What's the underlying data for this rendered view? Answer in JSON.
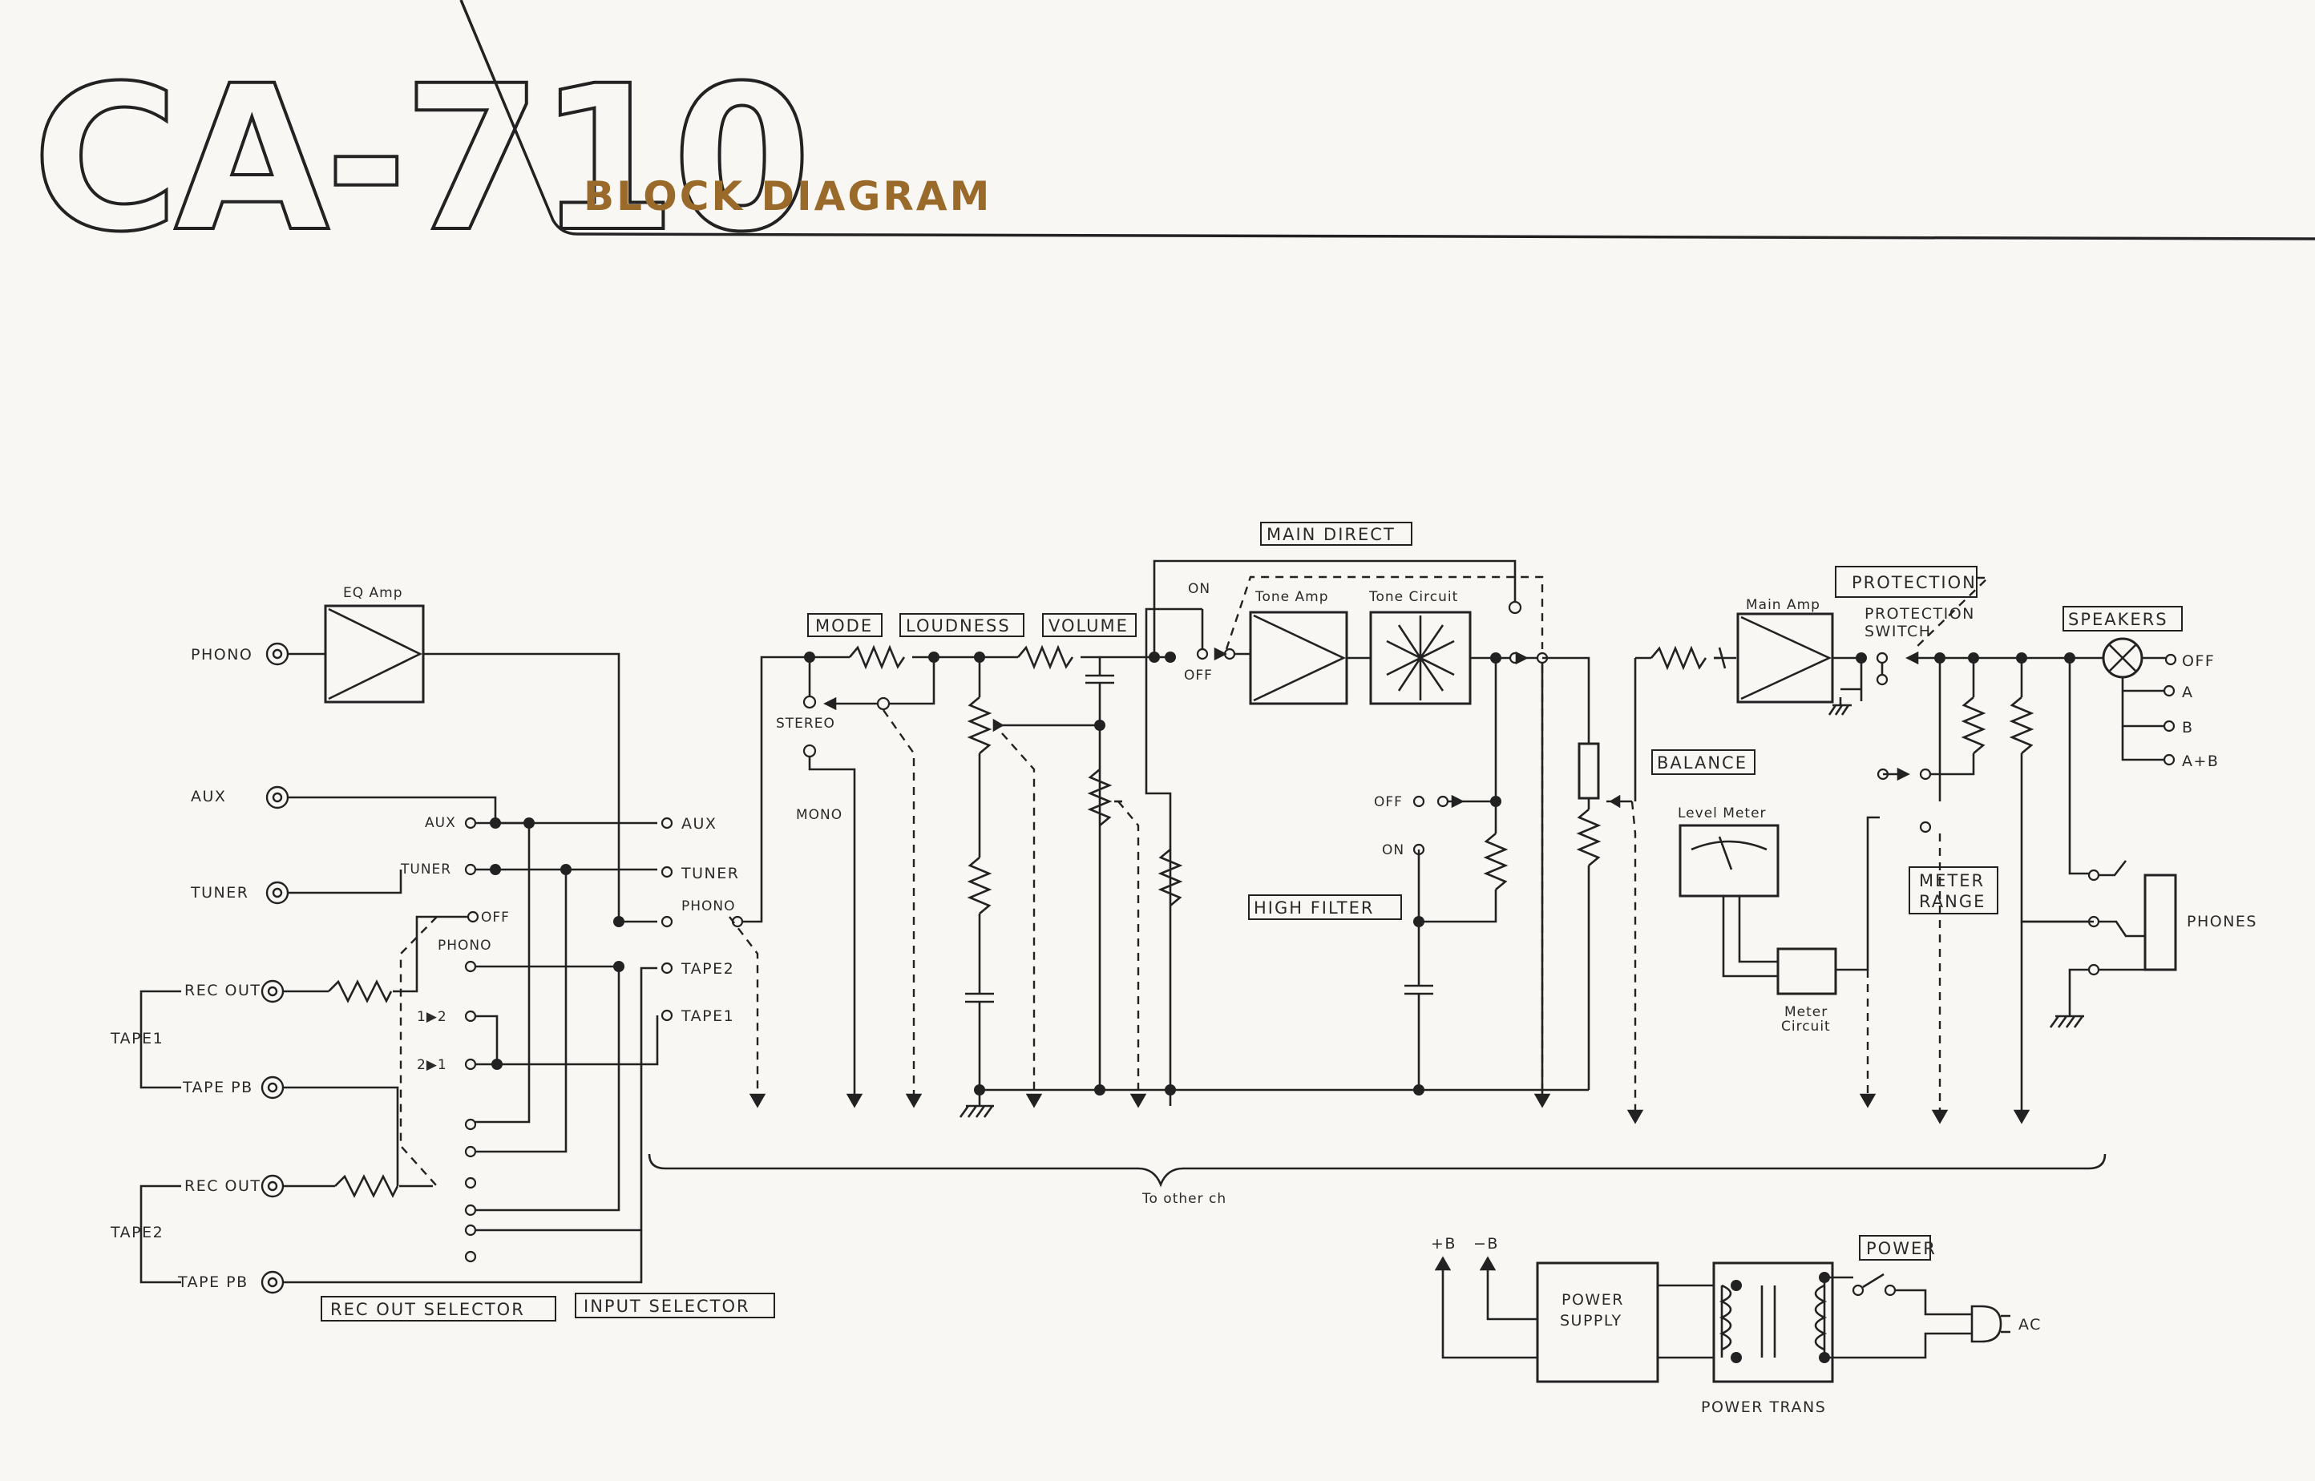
{
  "header": {
    "model": "CA-710",
    "section_title": "BLOCK DIAGRAM"
  },
  "inputs": {
    "phono": "PHONO",
    "aux": "AUX",
    "tuner": "TUNER",
    "tape1": {
      "group": "TAPE1",
      "rec_out": "REC OUT",
      "tape_pb": "TAPE PB"
    },
    "tape2": {
      "group": "TAPE2",
      "rec_out": "REC OUT",
      "tape_pb": "TAPE PB"
    }
  },
  "eq_amp": "EQ Amp",
  "rec_out_selector": {
    "title": "REC OUT SELECTOR",
    "aux": "AUX",
    "tuner": "TUNER",
    "off": "OFF",
    "phono": "PHONO",
    "one_to_two": "1▶2",
    "two_to_one": "2▶1"
  },
  "input_selector": {
    "title": "INPUT SELECTOR",
    "aux": "AUX",
    "tuner": "TUNER",
    "phono": "PHONO",
    "tape2": "TAPE2",
    "tape1": "TAPE1"
  },
  "controls": {
    "mode": "MODE",
    "stereo": "STEREO",
    "mono": "MONO",
    "loudness": "LOUDNESS",
    "volume": "VOLUME",
    "main_direct": "MAIN DIRECT",
    "on": "ON",
    "off": "OFF",
    "tone_amp": "Tone Amp",
    "tone_circuit": "Tone Circuit",
    "high_filter": "HIGH FILTER",
    "hf_off": "OFF",
    "hf_on": "ON",
    "balance": "BALANCE",
    "level_meter": "Level Meter",
    "meter_circuit_1": "Meter",
    "meter_circuit_2": "Circuit",
    "main_amp": "Main Amp",
    "protection": "PROTECTION",
    "protection_switch_1": "PROTECTION",
    "protection_switch_2": "SWITCH",
    "meter_range_1": "METER",
    "meter_range_2": "RANGE",
    "speakers": "SPEAKERS",
    "spk_off": "OFF",
    "spk_a": "A",
    "spk_b": "B",
    "spk_ab": "A+B",
    "phones": "PHONES",
    "to_other_ch": "To other ch"
  },
  "power": {
    "plus_b": "+B",
    "minus_b": "−B",
    "power_supply_1": "POWER",
    "power_supply_2": "SUPPLY",
    "power_trans": "POWER TRANS",
    "power_switch": "POWER",
    "ac": "AC"
  }
}
